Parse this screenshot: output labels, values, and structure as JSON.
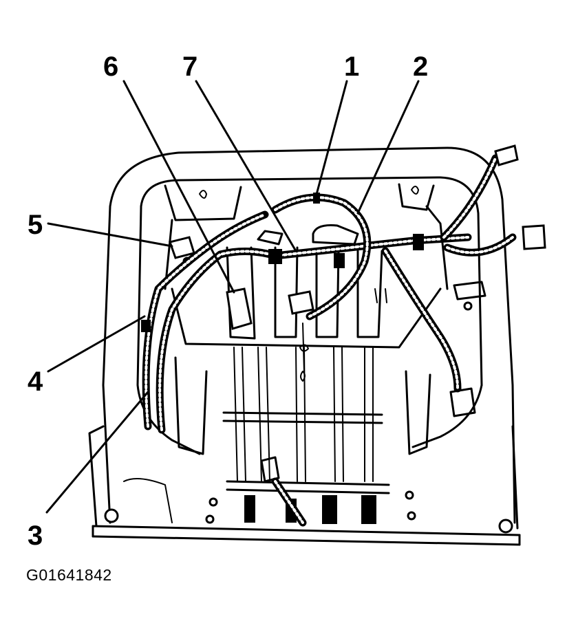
{
  "figure_id": "G01641842",
  "callouts": [
    {
      "label": "1"
    },
    {
      "label": "2"
    },
    {
      "label": "3"
    },
    {
      "label": "4"
    },
    {
      "label": "5"
    },
    {
      "label": "6"
    },
    {
      "label": "7"
    }
  ]
}
